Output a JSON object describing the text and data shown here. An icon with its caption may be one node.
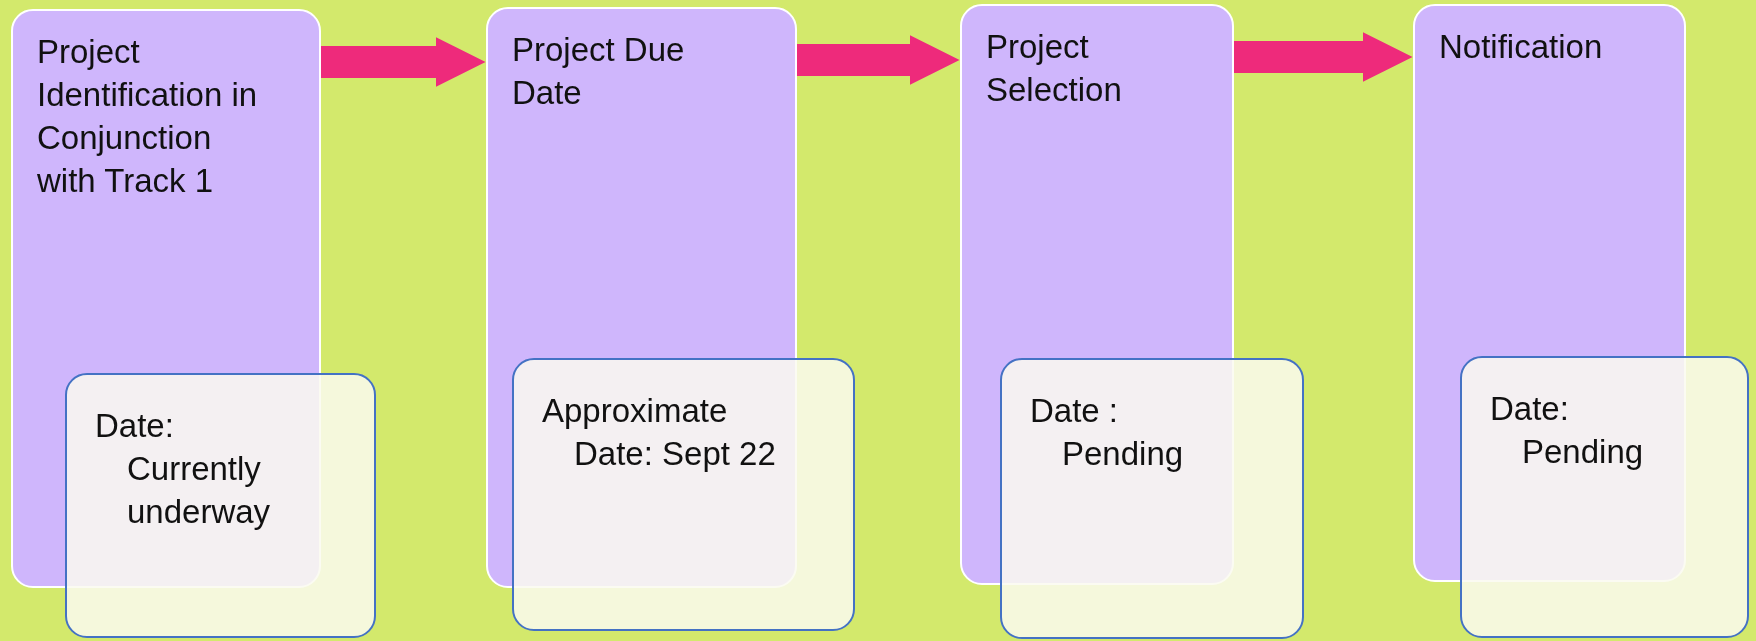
{
  "diagram": {
    "nodes": [
      {
        "text": [
          "Project Identification in Conjunction with Track 1"
        ]
      },
      {
        "text": [
          "Project Due Date"
        ]
      },
      {
        "text": [
          "Project Selection"
        ]
      },
      {
        "text": [
          "Notification"
        ]
      },
      {
        "text": [
          "Date:",
          "Currently underway"
        ]
      },
      {
        "text": [
          "Approximate",
          "Date: Sept 22"
        ]
      },
      {
        "text": [
          "Date :",
          "Pending"
        ]
      },
      {
        "text": [
          "Date:",
          "Pending"
        ]
      }
    ],
    "edges": [
      {
        "from": 0,
        "to": 1,
        "arrow": "to"
      },
      {
        "from": 1,
        "to": 2,
        "arrow": "to"
      },
      {
        "from": 2,
        "to": 3,
        "arrow": "to"
      }
    ]
  }
}
